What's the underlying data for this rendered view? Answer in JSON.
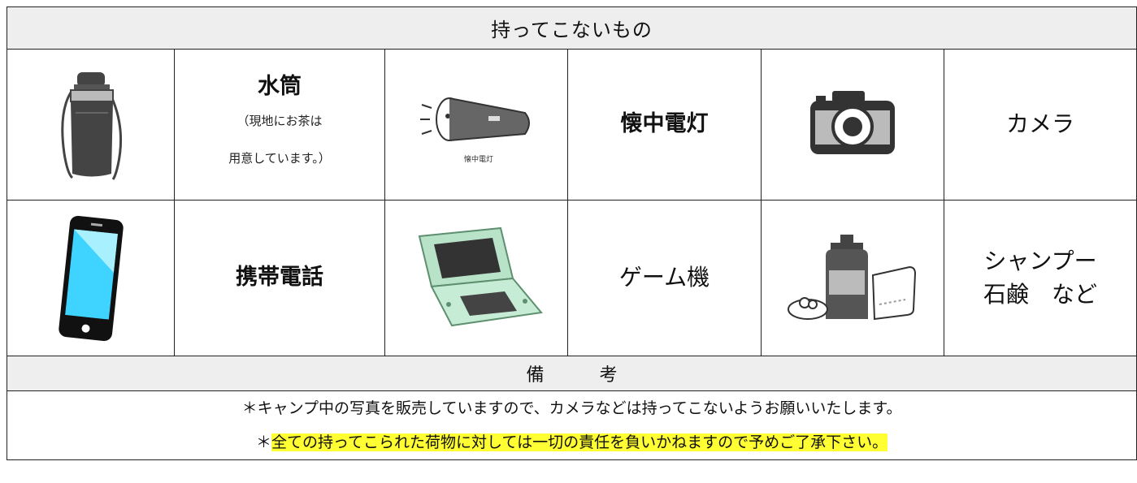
{
  "header": {
    "title": "持ってこないもの"
  },
  "items": [
    {
      "name": "水筒",
      "note_line1": "（現地にお茶は",
      "note_line2": "用意しています。）",
      "icon": "water-bottle-icon"
    },
    {
      "name": "懐中電灯",
      "icon_caption": "懐中電灯",
      "icon": "flashlight-icon"
    },
    {
      "name": "カメラ",
      "icon": "camera-icon"
    },
    {
      "name": "携帯電話",
      "icon": "smartphone-icon"
    },
    {
      "name": "ゲーム機",
      "icon": "game-console-icon"
    },
    {
      "name_line1": "シャンプー",
      "name_line2": "石鹸　など",
      "icon": "shampoo-soap-icon"
    }
  ],
  "remarks": {
    "title_char1": "備",
    "title_char2": "考",
    "line1": "＊キャンプ中の写真を販売していますので、カメラなどは持ってこないようお願いいたします。",
    "line2_prefix": "＊",
    "line2_highlight": "全ての持ってこられた荷物に対しては一切の責任を負いかねますので予めご了承下さい。",
    "highlight_color": "#ffff33"
  }
}
